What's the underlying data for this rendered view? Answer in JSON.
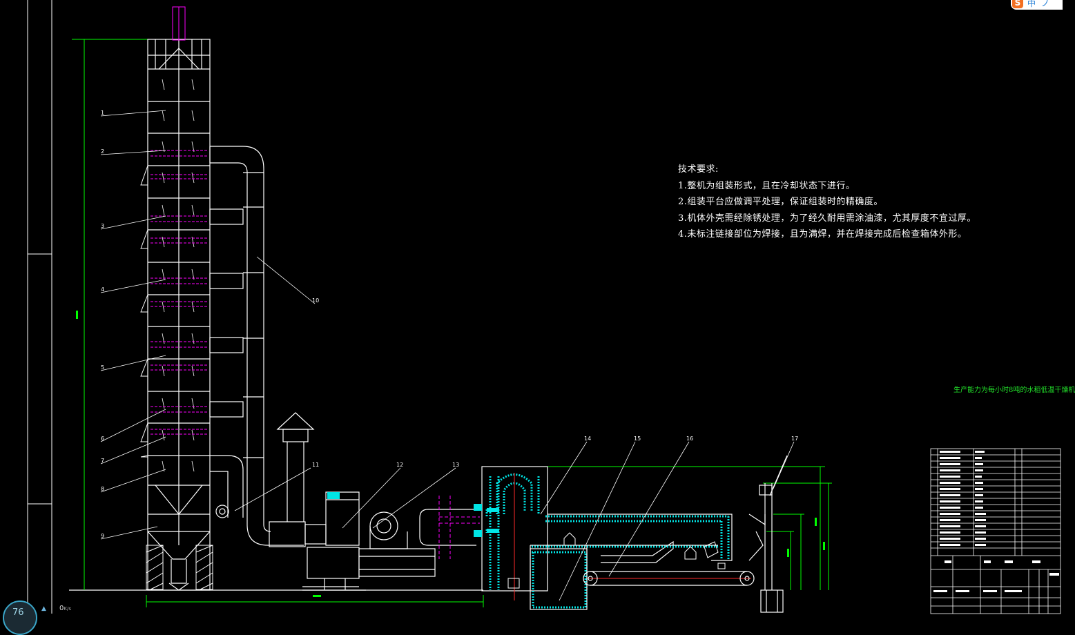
{
  "drawing": {
    "technical_requirements": {
      "heading": "技术要求:",
      "items": [
        "1.整机为组装形式，且在冷却状态下进行。",
        "2.组装平台应做调平处理，保证组装时的精确度。",
        "3.机体外壳需经除锈处理，为了经久耐用需涂油漆，尤其厚度不宜过厚。",
        "4.未标注链接部位为焊接，且为满焊，并在焊接完成后检查箱体外形。"
      ]
    },
    "subtitle": "生产能力为每小时8吨的水稻低温干燥机",
    "part_callouts": [
      "1",
      "2",
      "3",
      "4",
      "5",
      "6",
      "7",
      "8",
      "9",
      "10",
      "11",
      "12",
      "13",
      "14",
      "15",
      "16",
      "17"
    ],
    "colors": {
      "background": "#000000",
      "lines": "#ffffff",
      "dimension": "#00ff00",
      "hidden": "#ff00ff",
      "refractory": "#00e5e5",
      "center": "#ff2a2a",
      "title_text": "#22e02a"
    }
  },
  "taskbar_widget": {
    "percent": "76",
    "speed_value": "0",
    "speed_unit": "K/s",
    "arrow_icon": "upload-arrow-icon"
  },
  "ime_indicator": {
    "logo": "S",
    "mode": "中",
    "extra": "ノ"
  }
}
